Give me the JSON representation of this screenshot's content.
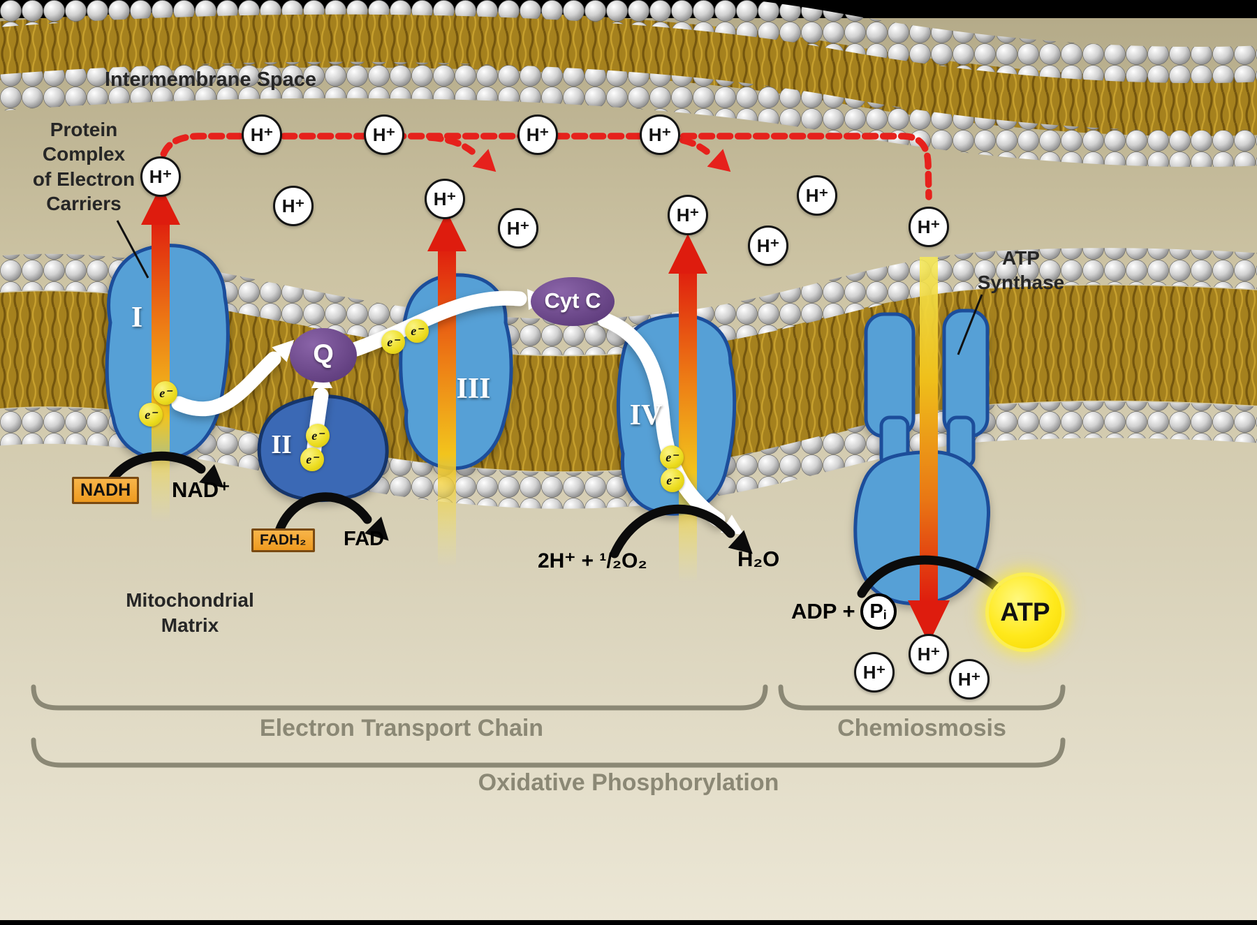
{
  "labels": {
    "intermembrane_space": "Intermembrane Space",
    "protein_complex": "Protein\nComplex\nof Electron\nCarriers",
    "atp_synthase": "ATP\nSynthase",
    "mitochondrial_matrix": "Mitochondrial\nMatrix",
    "electron_transport_chain": "Electron Transport Chain",
    "chemiosmosis": "Chemiosmosis",
    "oxidative_phosphorylation": "Oxidative Phosphorylation"
  },
  "complexes": {
    "c1": "I",
    "c2": "II",
    "c3": "III",
    "c4": "IV"
  },
  "carriers": {
    "q": "Q",
    "cytc": "Cyt C"
  },
  "ions": {
    "h_plus": "H⁺",
    "e_minus": "e⁻"
  },
  "molecules": {
    "nadh": "NADH",
    "nad": "NAD⁺",
    "fadh2": "FADH₂",
    "fad": "FAD",
    "oxygen_substrate": "2H⁺ + ¹/₂O₂",
    "h2o": "H₂O",
    "adp": "ADP +",
    "p": "P",
    "p_sub": "i",
    "atp": "ATP"
  },
  "colors": {
    "complex_blue": "#57a0d6",
    "carrier_purple": "#5a3878",
    "pump_arrow_red": "#de1c0e",
    "proton_path_red": "#e6211c",
    "membrane_gold": "#a5811e",
    "highlight_yellow": "#ffe91c"
  }
}
